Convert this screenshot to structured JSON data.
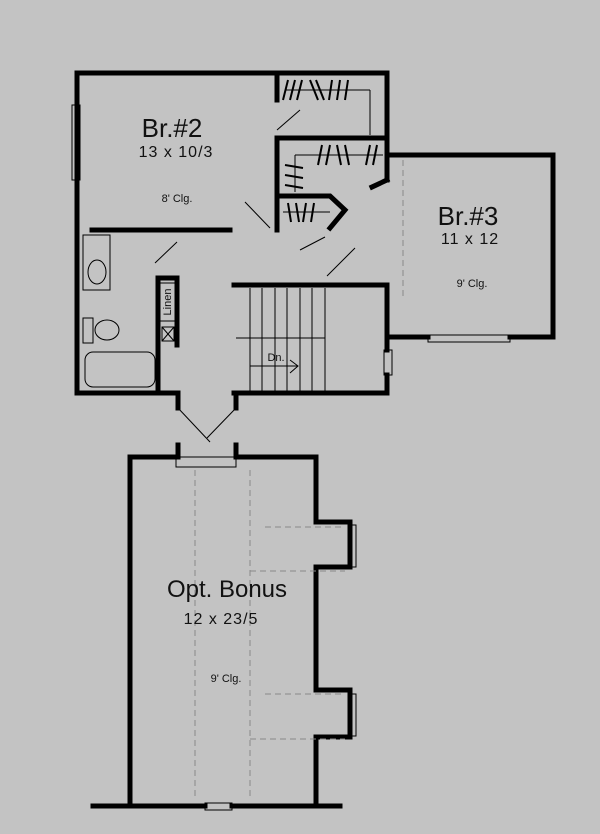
{
  "plan": {
    "background": "#c3c3c3",
    "wall_color": "#000000",
    "rooms": [
      {
        "id": "br2",
        "name": "Br.#2",
        "dimensions": "13 x 10/3",
        "ceiling": "8' Clg."
      },
      {
        "id": "br3",
        "name": "Br.#3",
        "dimensions": "11 x 12",
        "ceiling": "9' Clg."
      },
      {
        "id": "bonus",
        "name": "Opt. Bonus",
        "dimensions": "12 x 23/5",
        "ceiling": "9' Clg."
      }
    ],
    "linen_label": "Linen",
    "stairs_label": "Dn."
  }
}
